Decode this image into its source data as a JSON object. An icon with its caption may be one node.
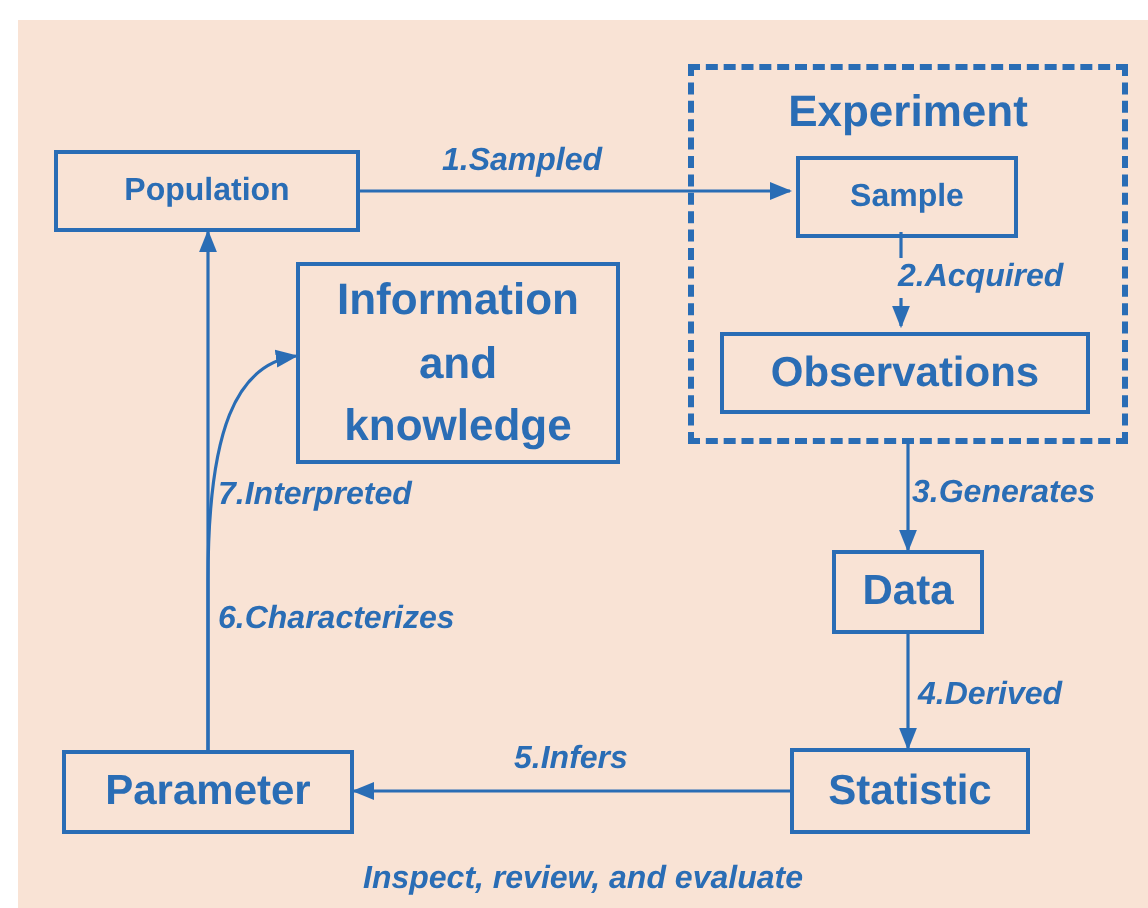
{
  "diagram": {
    "nodes": [
      {
        "text": [
          "Experiment"
        ]
      },
      {
        "text": [
          "Population"
        ]
      },
      {
        "text": [
          "Sample"
        ],
        "in": 0
      },
      {
        "text": [
          "Observations"
        ],
        "in": 0
      },
      {
        "text": [
          "Information and knowledge"
        ]
      },
      {
        "text": [
          "Data"
        ]
      },
      {
        "text": [
          "Statistic"
        ]
      },
      {
        "text": [
          "Parameter"
        ]
      }
    ],
    "edges": [
      {
        "from": 1,
        "to": 2,
        "arrow": "to",
        "label": "1.Sampled"
      },
      {
        "from": 2,
        "to": 3,
        "arrow": "to",
        "label": "2.Acquired"
      },
      {
        "from": 0,
        "to": 5,
        "arrow": "to",
        "label": "3.Generates"
      },
      {
        "from": 5,
        "to": 6,
        "arrow": "to",
        "label": "4.Derived"
      },
      {
        "from": 6,
        "to": 7,
        "arrow": "to",
        "label": "5.Infers"
      },
      {
        "from": 7,
        "to": 1,
        "arrow": "to",
        "label": "6.Characterizes"
      },
      {
        "from": 7,
        "to": 4,
        "arrow": "to",
        "label": "7.Interpreted"
      }
    ],
    "labels": [
      "Inspect, review, and evaluate"
    ]
  }
}
